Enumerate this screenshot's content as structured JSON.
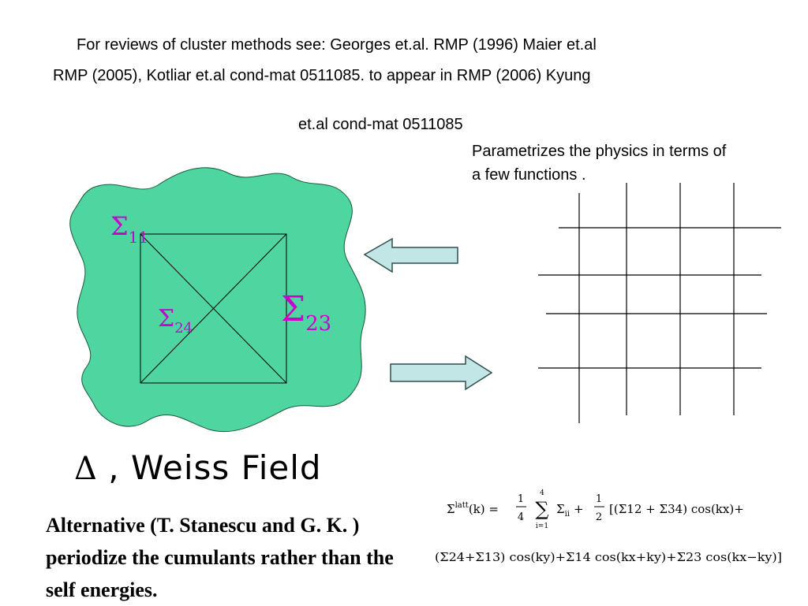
{
  "header": {
    "line1": "For reviews of cluster methods  see: Georges et.al. RMP (1996) Maier et.al",
    "line2": "RMP (2005), Kotliar et.al cond-mat 0511085.   to appear in RMP (2006) Kyung",
    "line3": "et.al cond-mat 0511085"
  },
  "note": "Parametrizes the physics in terms of a few functions .",
  "cluster": {
    "sigma_symbol": "Σ",
    "sigma11_sub": "11",
    "sigma23_sub": "23",
    "sigma24_sub": "24"
  },
  "weiss": {
    "delta": "Δ",
    "text": " , Weiss Field"
  },
  "alternative": "Alternative (T. Stanescu and G. K. ) periodize the cumulants rather than the self energies.",
  "formula": {
    "line1": {
      "lhs_sigma": "Σ",
      "lhs_sup": "latt",
      "lhs_arg": "(k) =",
      "frac1_num": "1",
      "frac1_den": "4",
      "sum_sym": "∑",
      "sum_upper": "4",
      "sum_lower": "i=1",
      "sum_term": "Σ",
      "sum_sub": "ii",
      "plus": "+",
      "frac2_num": "1",
      "frac2_den": "2",
      "term": "[(Σ12 + Σ34) cos(kx)+"
    },
    "line2": "(Σ24+Σ13) cos(ky)+Σ14 cos(kx+ky)+Σ23 cos(kx−ky)]"
  },
  "colors": {
    "bath": "#4fd6a0",
    "arrow": "#c2e6e6",
    "sigma": "#cc00cc",
    "lines": "#000000"
  }
}
